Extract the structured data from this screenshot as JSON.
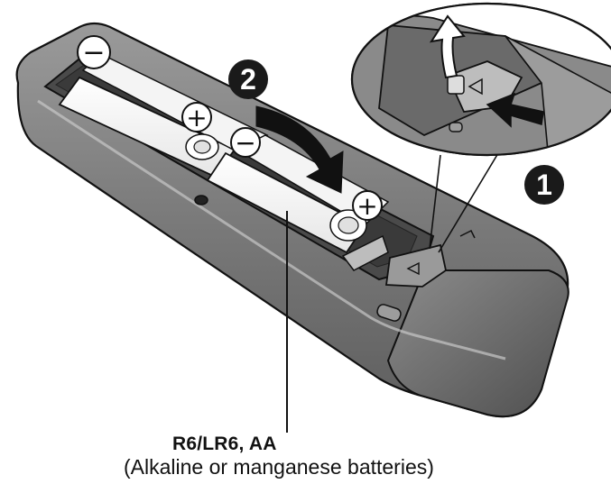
{
  "steps": {
    "step1": "1",
    "step2": "2"
  },
  "polarity": {
    "negative": "−",
    "positive": "+"
  },
  "battery": {
    "type": "R6/LR6, AA",
    "description": "(Alkaline or manganese batteries)"
  },
  "icons": {
    "push_arrow": "push-arrow-icon",
    "lift_arrow": "lift-arrow-icon",
    "insert_arrow": "insert-arrow-icon"
  },
  "colors": {
    "line": "#111111",
    "body_dark": "#6b6b6b",
    "body_mid": "#8a8a8a",
    "body_light": "#bdbdbd",
    "badge": "#1a1a1a"
  }
}
